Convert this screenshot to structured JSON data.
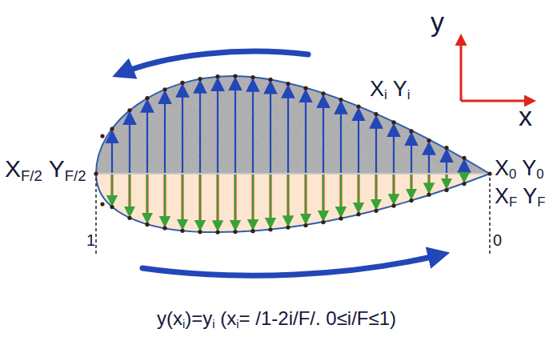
{
  "diagram": {
    "caption": "y(xi)=yi (xi= /1-2i/F/. 0≤i/F≤1)",
    "labels": [
      "y",
      "x",
      "Xi Yi",
      "X0 Y0",
      "XF YF",
      "XF/2 YF/2",
      "1",
      "0"
    ]
  }
}
